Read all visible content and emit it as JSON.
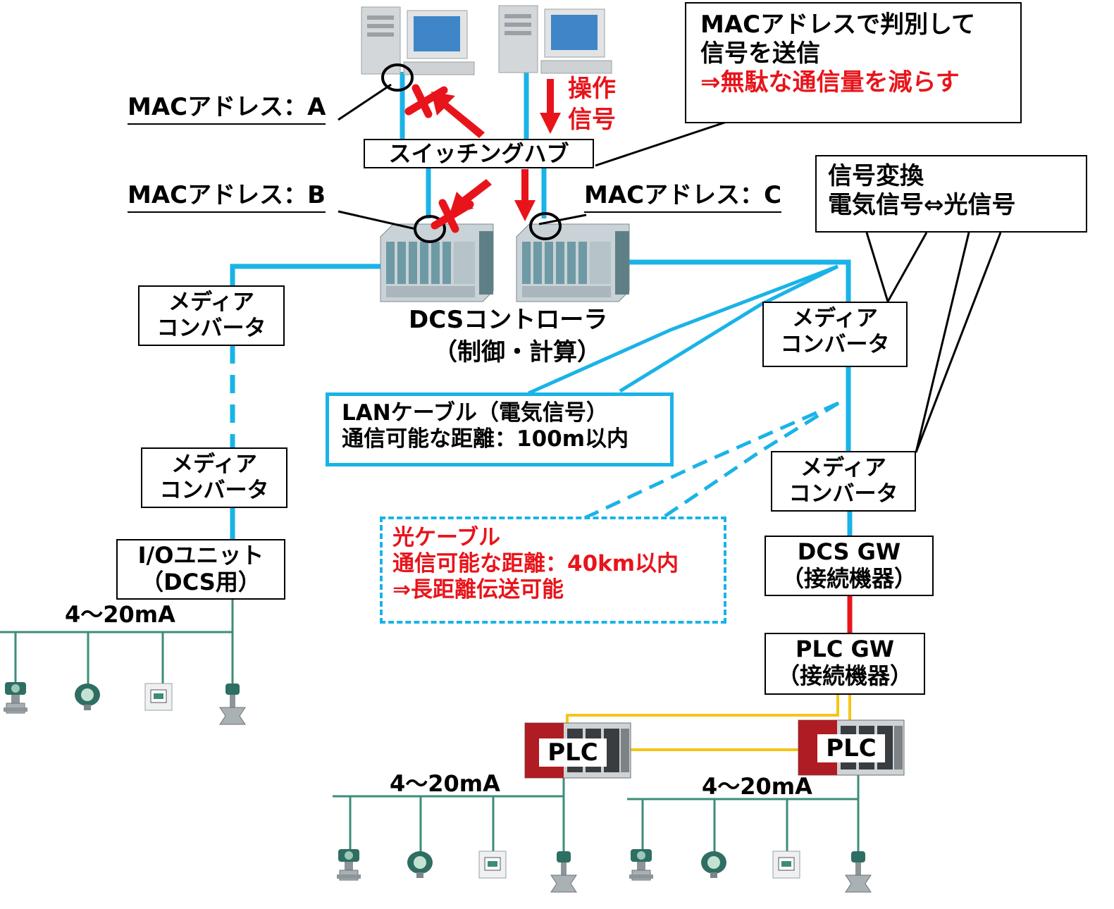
{
  "labels": {
    "mac_a": "MACアドレス：A",
    "mac_b": "MACアドレス：B",
    "mac_c": "MACアドレス：C",
    "op_signal_1": "操作",
    "op_signal_2": "信号",
    "switching_hub": "スイッチングハブ",
    "dcs_controller_1": "DCSコントローラ",
    "dcs_controller_2": "（制御・計算）",
    "analog_left": "4～20mA",
    "analog_mid": "4～20mA",
    "analog_right": "4～20mA"
  },
  "callouts": {
    "mac_filter": [
      "MACアドレスで判別して",
      "信号を送信",
      "⇒無駄な通信量を減らす"
    ],
    "signal_convert": [
      "信号変換",
      "電気信号⇔光信号"
    ],
    "lan_cable": [
      "LANケーブル（電気信号）",
      "通信可能な距離：100m以内"
    ],
    "optical_cable": [
      "光ケーブル",
      "通信可能な距離：40km以内",
      "⇒長距離伝送可能"
    ]
  },
  "boxes": {
    "media_converter": [
      "メディア",
      "コンバータ"
    ],
    "io_unit": [
      "I/Oユニット",
      "（DCS用）"
    ],
    "dcs_gw": [
      "DCS GW",
      "（接続機器）"
    ],
    "plc_gw": [
      "PLC GW",
      "（接続機器）"
    ],
    "plc": "PLC"
  },
  "colors": {
    "lan": "#1ab3e8",
    "signal_arrow": "#e8141b",
    "plc_bus": "#f5c518",
    "field_bus": "#3d8c7a"
  }
}
